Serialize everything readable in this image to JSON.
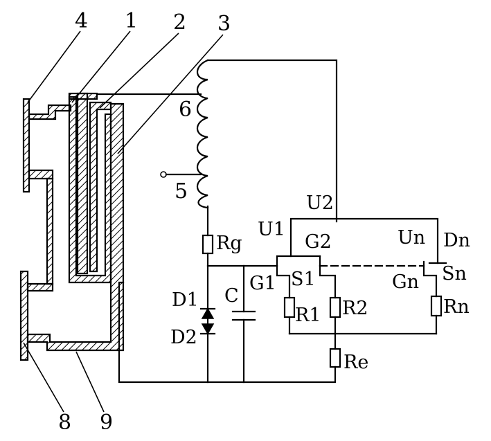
{
  "part_numbers": {
    "p1": "1",
    "p2": "2",
    "p3": "3",
    "p4": "4",
    "p5": "5",
    "p6": "6",
    "p8": "8",
    "p9": "9"
  },
  "components": {
    "rg": "Rg",
    "d1": "D1",
    "d2": "D2",
    "c": "C",
    "u1": "U1",
    "u2": "U2",
    "g1": "G1",
    "g2": "G2",
    "s1": "S1",
    "r1": "R1",
    "r2": "R2",
    "re": "Re",
    "un": "Un",
    "dn": "Dn",
    "gn": "Gn",
    "sn": "Sn",
    "rn": "Rn"
  }
}
